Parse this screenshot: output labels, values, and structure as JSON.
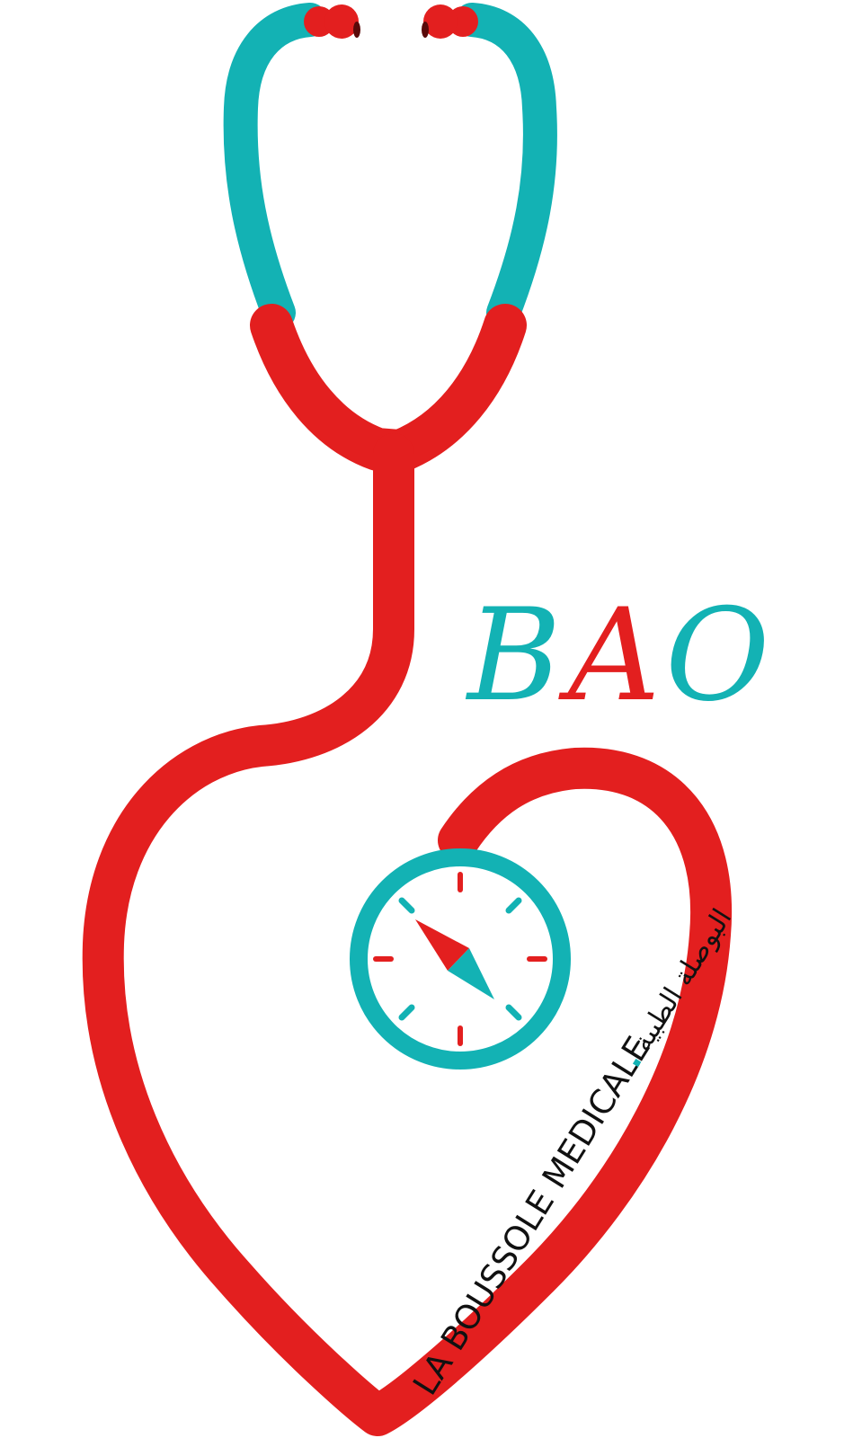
{
  "brand": {
    "letter_1": "B",
    "letter_2": "A",
    "letter_3": "O"
  },
  "tagline": {
    "latin": "LA BOUSSOLE MEDICALE",
    "separator": ".",
    "arabic": "البوصلة الطبية"
  },
  "colors": {
    "tube_red": "#e31f1f",
    "tube_teal": "#13b2b4",
    "ear_tip_dark": "#5a0a0a",
    "text_dark": "#111111",
    "background": "#ffffff"
  },
  "icons": {
    "stethoscope": "stethoscope-icon",
    "compass": "compass-icon",
    "compass_needle": "compass-needle-icon"
  }
}
